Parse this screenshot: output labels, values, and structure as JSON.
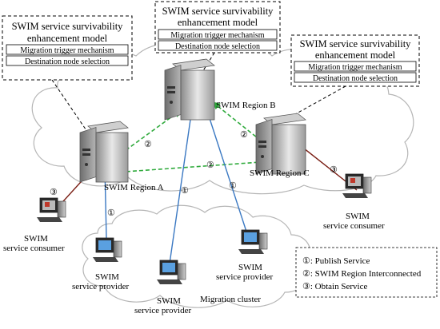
{
  "model_boxes": [
    {
      "title_line1": "SWIM service survivability",
      "title_line2": "enhancement model",
      "row1": "Migration trigger mechanism",
      "row2": "Destination node selection"
    },
    {
      "title_line1": "SWIM service survivability",
      "title_line2": "enhancement model",
      "row1": "Migration trigger mechanism",
      "row2": "Destination node selection"
    },
    {
      "title_line1": "SWIM service survivability",
      "title_line2": "enhancement model",
      "row1": "Migration trigger mechanism",
      "row2": "Destination node selection"
    }
  ],
  "regions": {
    "a": "SWIM Region A",
    "b": "SWIM Region B",
    "c": "SWIM Region C"
  },
  "clients": {
    "consumer_left_1": "SWIM",
    "consumer_left_2": "service consumer",
    "consumer_right_1": "SWIM",
    "consumer_right_2": "service consumer",
    "provider_left_1": "SWIM",
    "provider_left_2": "service provider",
    "provider_mid_1": "SWIM",
    "provider_mid_2": "service provider",
    "provider_right_1": "SWIM",
    "provider_right_2": "service provider"
  },
  "cluster_label": "Migration cluster",
  "markers": {
    "one": "①",
    "two": "②",
    "three": "③"
  },
  "legend": {
    "item1": "①: Publish Service",
    "item2": "②: SWIM Region Interconnected",
    "item3": "③: Obtain Service"
  },
  "colors": {
    "publish": "#3a78c2",
    "interconnect": "#2faa3c",
    "obtain": "#7a1e14",
    "dashed": "#000000"
  }
}
